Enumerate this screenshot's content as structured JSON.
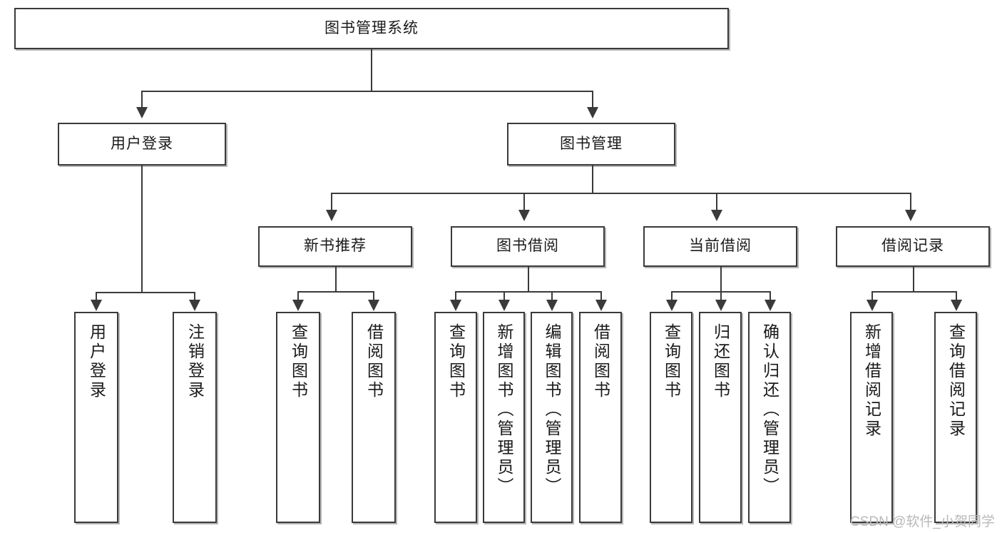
{
  "diagram": {
    "type": "tree-hierarchy",
    "title": "图书管理系统",
    "root": {
      "id": "root",
      "label": "图书管理系统",
      "level": 0
    },
    "level1": [
      {
        "id": "user-login",
        "label": "用户登录"
      },
      {
        "id": "book-management",
        "label": "图书管理"
      }
    ],
    "level2": [
      {
        "id": "new-book-recommend",
        "label": "新书推荐",
        "parent": "book-management"
      },
      {
        "id": "book-borrow",
        "label": "图书借阅",
        "parent": "book-management"
      },
      {
        "id": "current-borrow",
        "label": "当前借阅",
        "parent": "book-management"
      },
      {
        "id": "borrow-record",
        "label": "借阅记录",
        "parent": "book-management"
      }
    ],
    "leaves": {
      "user_login": [
        {
          "id": "leaf-user-login",
          "label": "用户登录"
        },
        {
          "id": "leaf-user-logout",
          "label": "注销登录"
        }
      ],
      "new_book_recommend": [
        {
          "id": "leaf-query-book-1",
          "label": "查询图书"
        },
        {
          "id": "leaf-borrow-book-1",
          "label": "借阅图书"
        }
      ],
      "book_borrow": [
        {
          "id": "leaf-query-book-2",
          "label": "查询图书"
        },
        {
          "id": "leaf-add-book",
          "label": "新增图书（管理员）"
        },
        {
          "id": "leaf-edit-book",
          "label": "编辑图书（管理员）"
        },
        {
          "id": "leaf-borrow-book-2",
          "label": "借阅图书"
        }
      ],
      "current_borrow": [
        {
          "id": "leaf-query-book-3",
          "label": "查询图书"
        },
        {
          "id": "leaf-return-book",
          "label": "归还图书"
        },
        {
          "id": "leaf-confirm-return",
          "label": "确认归还（管理员）"
        }
      ],
      "borrow_record": [
        {
          "id": "leaf-add-record",
          "label": "新增借阅记录"
        },
        {
          "id": "leaf-query-record",
          "label": "查询借阅记录"
        }
      ]
    }
  },
  "watermark": {
    "text": "CSDN @软件_小贺同学"
  },
  "colors": {
    "box_border": "#3a3a3a",
    "box_fill": "#ffffff",
    "line": "#3a3a3a",
    "text": "#1a1a1a",
    "watermark": "#b9b9b9",
    "background": "#ffffff"
  }
}
